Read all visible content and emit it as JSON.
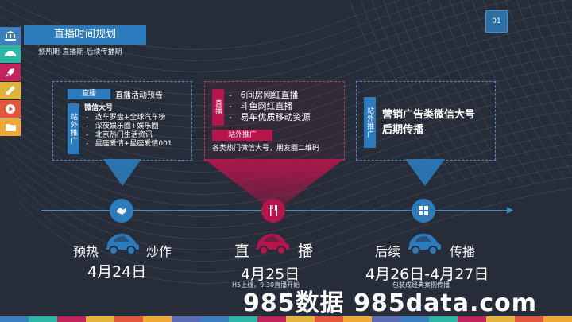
{
  "header": {
    "title": "直播时间规划",
    "subtitle": "预热期-直播期-后续传播期",
    "page_number": "01"
  },
  "sidebar": {
    "items": [
      {
        "icon": "bank-icon",
        "color": "#3a7fc0"
      },
      {
        "icon": "car-icon",
        "color": "#2bb6a6"
      },
      {
        "icon": "rocket-icon",
        "color": "#c0245a"
      },
      {
        "icon": "pen-icon",
        "color": "#e2b23a"
      },
      {
        "icon": "play-icon",
        "color": "#e2563a"
      },
      {
        "icon": "folder-icon",
        "color": "#f0a733"
      }
    ]
  },
  "preheat_box": {
    "tag": "直播",
    "tag_text": "直播活动预告",
    "side_tag": "站外推广",
    "heading": "微信大号",
    "items": [
      "选车罗盘+全球汽车榜",
      "深夜娱乐圈+娱乐圈",
      "北京热门生活资讯",
      "星座爱情+星座爱情001"
    ]
  },
  "live_box": {
    "side_tag": "直播",
    "items": [
      "6间房网红直播",
      "斗鱼网红直播",
      "易车优质移动资源"
    ],
    "tag2": "站外推广",
    "tag2_text": "各类热门微信大号，朋友圈二维码"
  },
  "post_box": {
    "side_tag": "站外推广",
    "line1": "营销广告类微信大号",
    "line2": "后期传播"
  },
  "phases": [
    {
      "left_word": "预热",
      "right_word": "炒作",
      "date": "4月24日",
      "note": ""
    },
    {
      "left_word": "直",
      "right_word": "播",
      "date": "4月25日",
      "note": "H5上线，9:30直播开始"
    },
    {
      "left_word": "后续",
      "right_word": "传播",
      "date": "4月26日-4月27日",
      "note": "包装成经典案例传播"
    }
  ],
  "watermark": "985数据 985data.com",
  "colors": {
    "blue": "#2b7bbd",
    "red": "#b5154b",
    "background": "#262c38"
  }
}
